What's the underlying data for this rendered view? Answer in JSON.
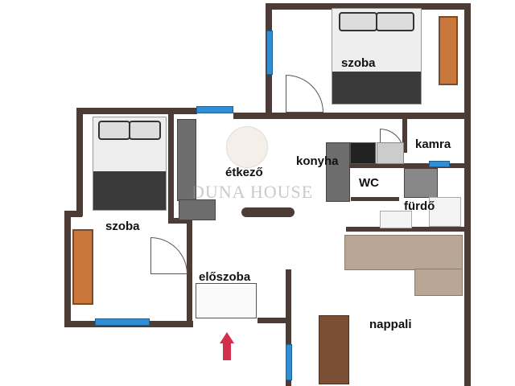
{
  "rooms": {
    "bedroom_top": "szoba",
    "bedroom_left": "szoba",
    "dining": "étkező",
    "kitchen": "konyha",
    "pantry": "kamra",
    "toilet": "WC",
    "bathroom": "fürdő",
    "hallway": "előszoba",
    "living": "nappali"
  },
  "watermark": "DUNA HOUSE",
  "colors": {
    "wall": "#4d3b35",
    "window": "#2f8fd6",
    "wardrobe": "#c9773a",
    "entrance_arrow": "#d2304a"
  }
}
